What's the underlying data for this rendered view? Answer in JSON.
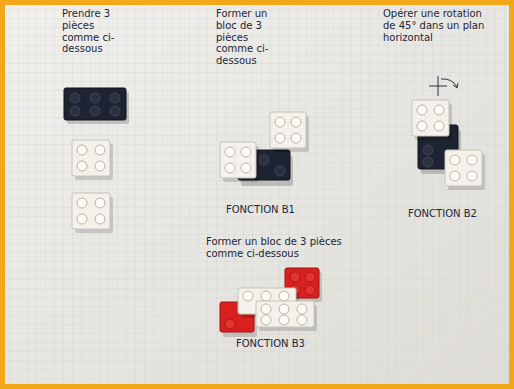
{
  "diagram": {
    "labels": [
      "Prendre 3 pièces comme ci-dessous",
      "Former un bloc de 3 pièces comme ci-dessous",
      "Opérer une rotation de 45° dans un plan horizontal",
      "FONCTION B1",
      "FONCTION B2",
      "Former un bloc de 3 pièces comme ci-dessous",
      "FONCTION B3"
    ]
  }
}
